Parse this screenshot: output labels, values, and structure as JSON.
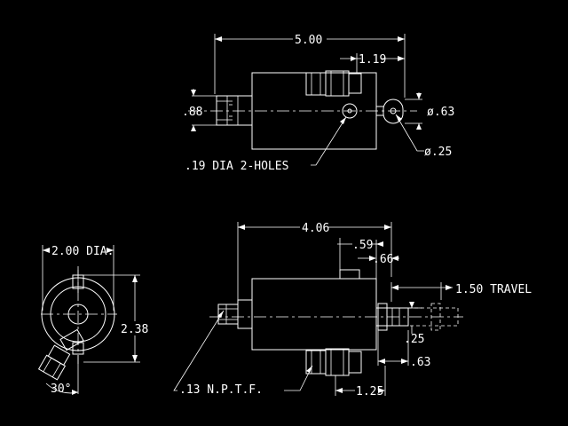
{
  "top_view": {
    "overall_length": "5.00",
    "fitting_offset": "1.19",
    "height_dim": ".88",
    "eye_diameter": "ø.63",
    "hole_diameter": "ø.25",
    "mount_holes_note": ".19 DIA 2-HOLES"
  },
  "end_view": {
    "body_diameter": "2.00 DIA.",
    "height_dim": "2.38",
    "fitting_angle": "30°"
  },
  "side_view": {
    "body_length": "4.06",
    "port_offset": ".59",
    "port_to_end": ".66",
    "travel_note": "1.50 TRAVEL",
    "rod_dim": ".25",
    "rod_end_dim": ".63",
    "port_note": ".13 N.P.T.F.",
    "port_spacing": "1.25"
  },
  "colors": {
    "background": "#000000",
    "linework": "#ffffff"
  }
}
